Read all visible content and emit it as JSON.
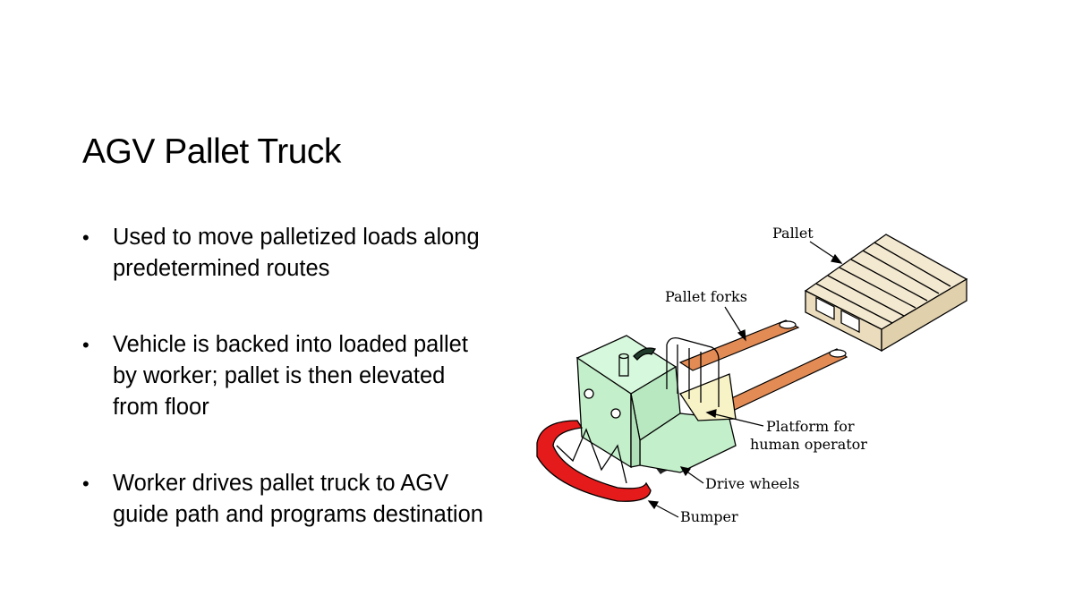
{
  "slide": {
    "title": "AGV Pallet Truck",
    "bullets": [
      "Used to move palletized loads along predetermined routes",
      "Vehicle is backed into loaded pallet by worker; pallet is then elevated from floor",
      "Worker drives pallet truck to AGV guide path and programs destination"
    ]
  },
  "diagram": {
    "labels": {
      "pallet": "Pallet",
      "forks": "Pallet forks",
      "platform_line1": "Platform for",
      "platform_line2": "human operator",
      "drive_wheels": "Drive wheels",
      "bumper": "Bumper"
    },
    "colors": {
      "body": "#c8f5d0",
      "forks": "#e38b55",
      "bumper": "#e51b1b",
      "pallet": "#f3e8d0",
      "platform": "#f7f3c6"
    }
  }
}
